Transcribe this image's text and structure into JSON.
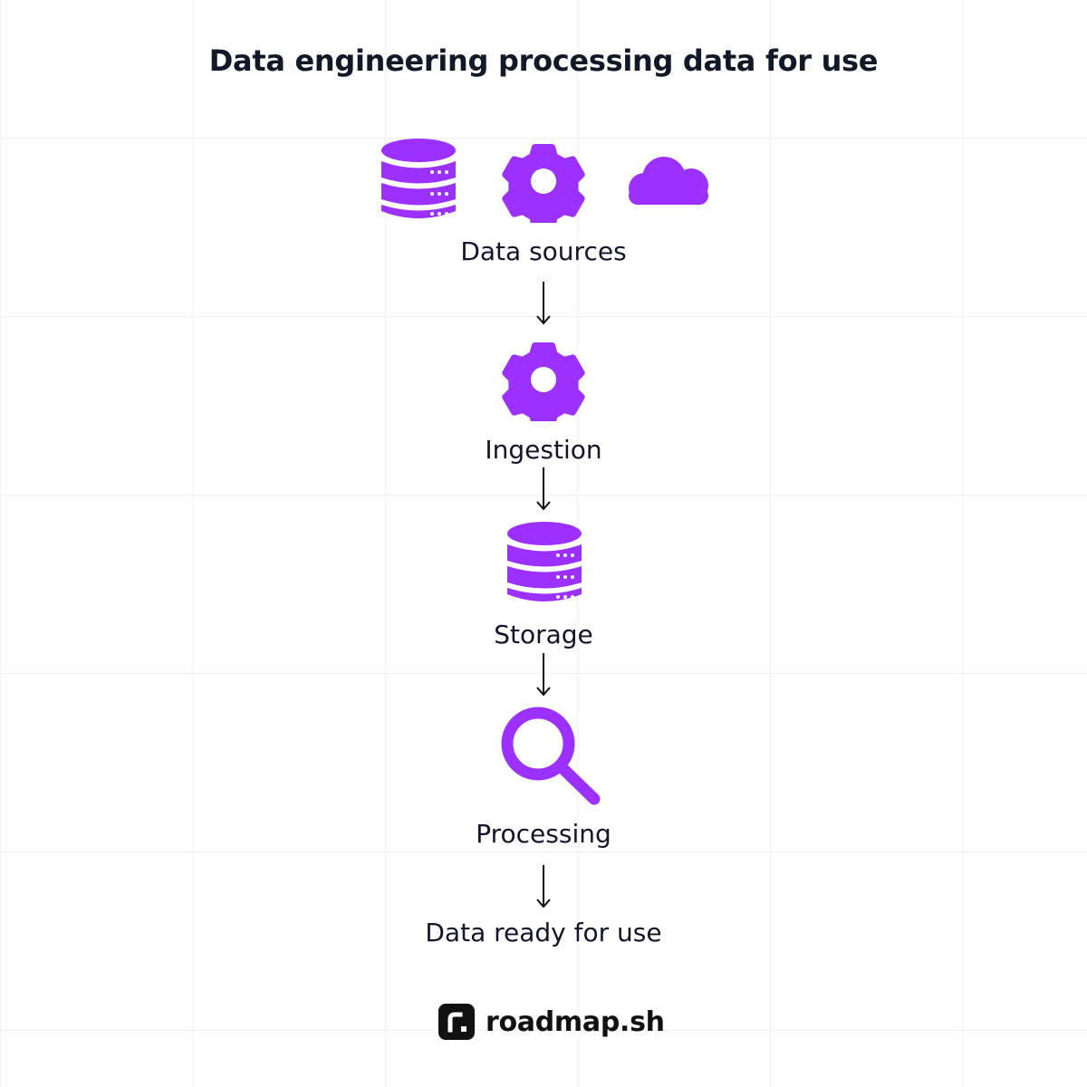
{
  "title": "Data engineering processing data for use",
  "accent_color": "#9b30ff",
  "stages": [
    {
      "label": "Data sources",
      "icons": [
        "database-icon",
        "gear-icon",
        "cloud-icon"
      ]
    },
    {
      "label": "Ingestion",
      "icons": [
        "gear-icon"
      ]
    },
    {
      "label": "Storage",
      "icons": [
        "database-icon"
      ]
    },
    {
      "label": "Processing",
      "icons": [
        "magnifier-icon"
      ]
    },
    {
      "label": "Data ready for use",
      "icons": []
    }
  ],
  "brand": {
    "name": "roadmap.sh",
    "icon": "roadmap-logo-icon"
  }
}
